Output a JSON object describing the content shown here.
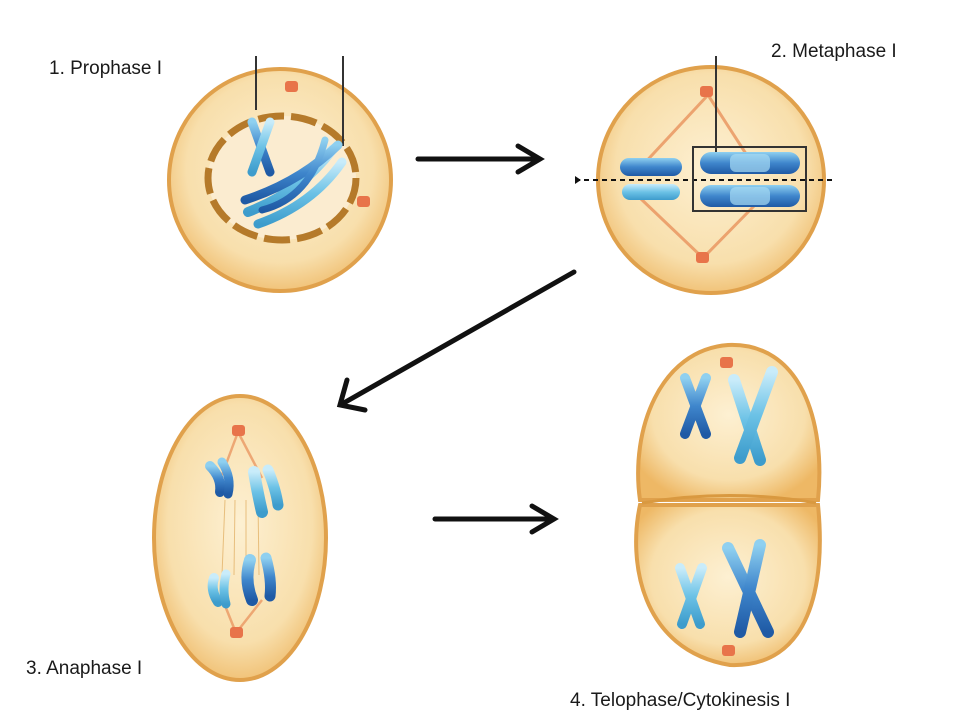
{
  "stages": [
    {
      "label": "1. Prophase I"
    },
    {
      "label": "2. Metaphase I"
    },
    {
      "label": "3. Anaphase I"
    },
    {
      "label": "4. Telophase/Cytokinesis I"
    }
  ],
  "colors": {
    "cell_fill": "#f6d59e",
    "cell_edge": "#e2a24a",
    "chromosome_dark": "#2f6db5",
    "chromosome_light": "#6cc2e6",
    "centrosome": "#e8744a",
    "arrow": "#111111"
  }
}
